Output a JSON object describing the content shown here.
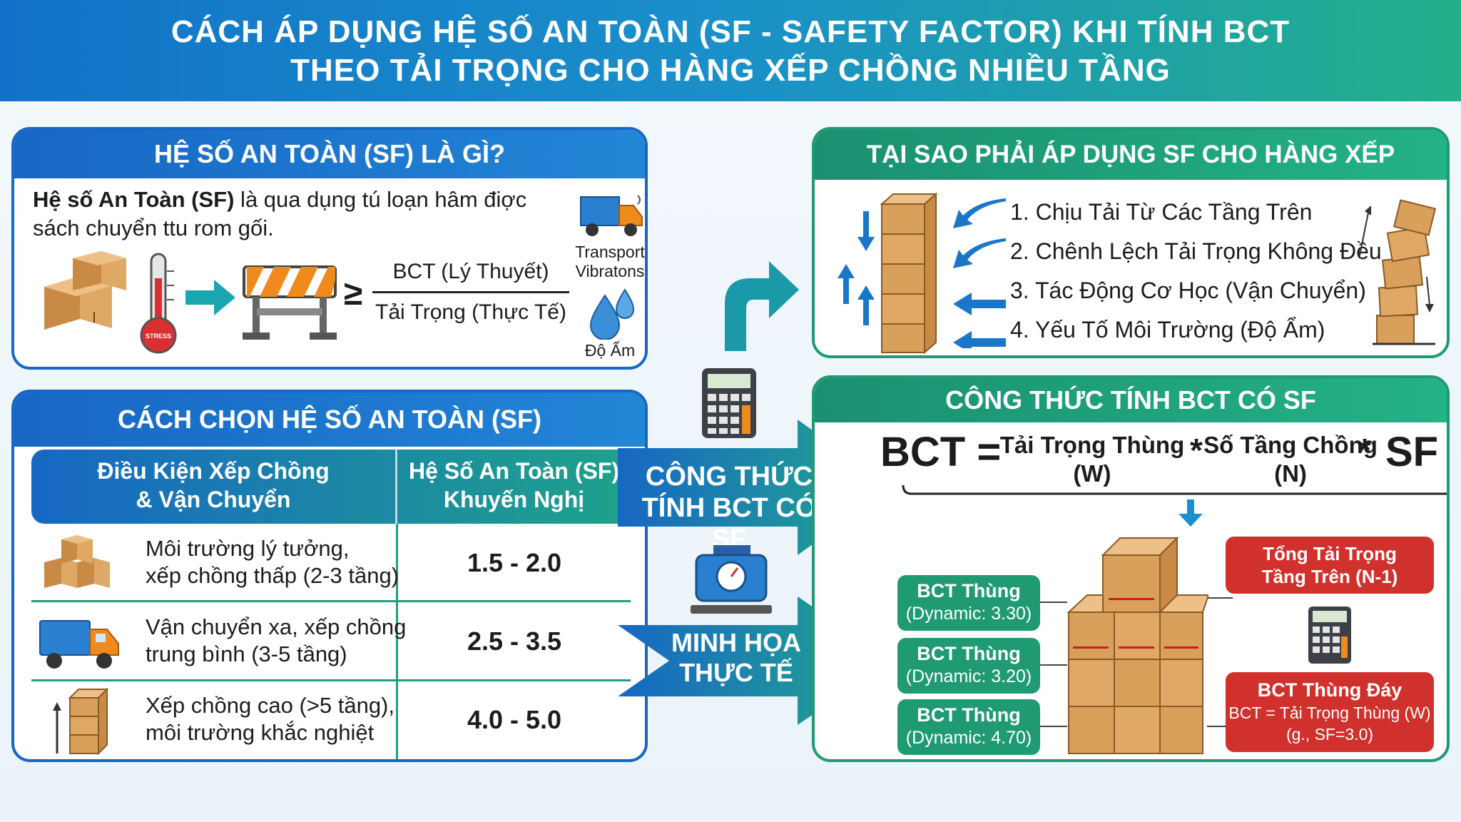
{
  "header": {
    "line1": "CÁCH ÁP DỤNG HỆ SỐ AN TOÀN (SF - SAFETY FACTOR) KHI TÍNH BCT",
    "line2": "THEO TẢI TRỌNG CHO HÀNG XẾP CHỒNG NHIỀU TẦNG"
  },
  "what_sf": {
    "title": "HỆ SỐ AN TOÀN (SF) LÀ GÌ?",
    "desc_bold": "Hệ số An Toàn (SF)",
    "desc_line1_rest": " là qua dụng tú loạn hâm điợc",
    "desc_line2": "sách chuyển ttu rom gối.",
    "stress_label": "STRESS",
    "numerator": "BCT (Lý Thuyết)",
    "denominator": "Tải Trọng (Thực Tế)",
    "ge_symbol": "≥",
    "transport_label_1": "Transport",
    "transport_label_2": "Vibratons",
    "humidity_label": "Độ Ẩm"
  },
  "choose_sf": {
    "title": "CÁCH CHỌN HỆ SỐ AN TOÀN (SF)",
    "col1_line1": "Điều Kiện Xếp Chồng",
    "col1_line2": "& Vận Chuyển",
    "col2_line1": "Hệ Số An Toàn (SF)",
    "col2_line2": "Khuyến Nghị",
    "rows": [
      {
        "line1": "Môi trường lý tưởng,",
        "line2": "xếp chồng thấp (2-3 tầng)",
        "value": "1.5 - 2.0"
      },
      {
        "line1": "Vận chuyển xa, xếp chồng",
        "line2": "trung bình (3-5 tầng)",
        "value": "2.5 - 3.5"
      },
      {
        "line1": "Xếp chồng cao (>5 tầng),",
        "line2": "môi trường khắc nghiệt",
        "value": "4.0 - 5.0"
      }
    ]
  },
  "middle": {
    "arrow1_line1": "CÔNG THỨC",
    "arrow1_line2": "TÍNH BCT CÓ SF",
    "arrow2_line1": "MINH HỌA",
    "arrow2_line2": "THỰC TẾ"
  },
  "why_sf": {
    "title": "TẠI SAO PHẢI ÁP DỤNG SF CHO HÀNG XẾP CHỒNG?",
    "items": [
      "1. Chịu Tải Từ Các Tầng Trên",
      "2. Chênh Lệch Tải Trọng Không Đều",
      "3. Tác Động Cơ Học (Vận Chuyển)",
      "4. Yếu Tố Môi Trường (Độ Ẩm)"
    ]
  },
  "formula": {
    "title": "CÔNG THỨC TÍNH BCT CÓ SF",
    "lhs": "BCT =",
    "term1": "Tải Trọng Thùng",
    "term1_sub": "(W)",
    "times1": "*",
    "term2": "Số Tầng Chồng",
    "term2_sub": "(N)",
    "times2": "*",
    "sf": "SF",
    "left_labels": [
      {
        "title": "BCT Thùng",
        "sub": "(Dynamic: 3.30)"
      },
      {
        "title": "BCT Thùng",
        "sub": "(Dynamic: 3.20)"
      },
      {
        "title": "BCT Thùng",
        "sub": "(Dynamic: 4.70)"
      }
    ],
    "right_top_line1": "Tổng Tải Trọng",
    "right_top_line2": "Tầng Trên (N-1)",
    "right_bottom_title": "BCT Thùng Đáy",
    "right_bottom_line1": "BCT = Tải Trọng Thùng (W)",
    "right_bottom_line2": "(g., SF=3.0)"
  },
  "colors": {
    "blue": "#1767c4",
    "green": "#1f9a72",
    "red": "#d0312d",
    "box": "#d9a05b"
  }
}
